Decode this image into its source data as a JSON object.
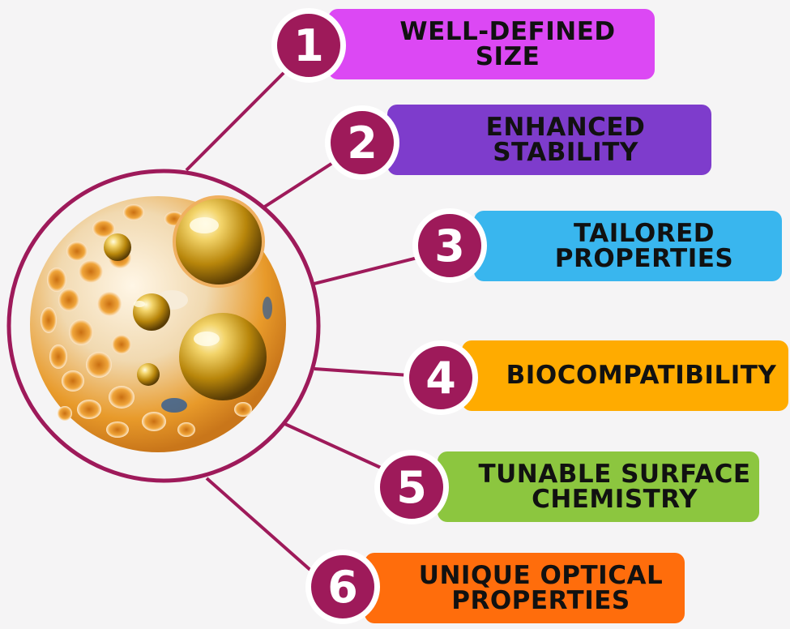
{
  "colors": {
    "magenta": "#9e1a5a",
    "background": "#f5f4f5"
  },
  "illustration": {
    "icon": "porous-nanoparticle-with-gold-spheres"
  },
  "items": [
    {
      "number": "1",
      "line1": "WELL-DEFINED",
      "line2": "SIZE",
      "color": "#dc48f4"
    },
    {
      "number": "2",
      "line1": "ENHANCED",
      "line2": "STABILITY",
      "color": "#7e3ccc"
    },
    {
      "number": "3",
      "line1": "TAILORED",
      "line2": "PROPERTIES",
      "color": "#39b6ee"
    },
    {
      "number": "4",
      "line1": "BIOCOMPATIBILITY",
      "line2": "",
      "color": "#ffab00"
    },
    {
      "number": "5",
      "line1": "TUNABLE SURFACE",
      "line2": "CHEMISTRY",
      "color": "#8cc63f"
    },
    {
      "number": "6",
      "line1": "UNIQUE OPTICAL",
      "line2": "PROPERTIES",
      "color": "#ff6d0c"
    }
  ]
}
